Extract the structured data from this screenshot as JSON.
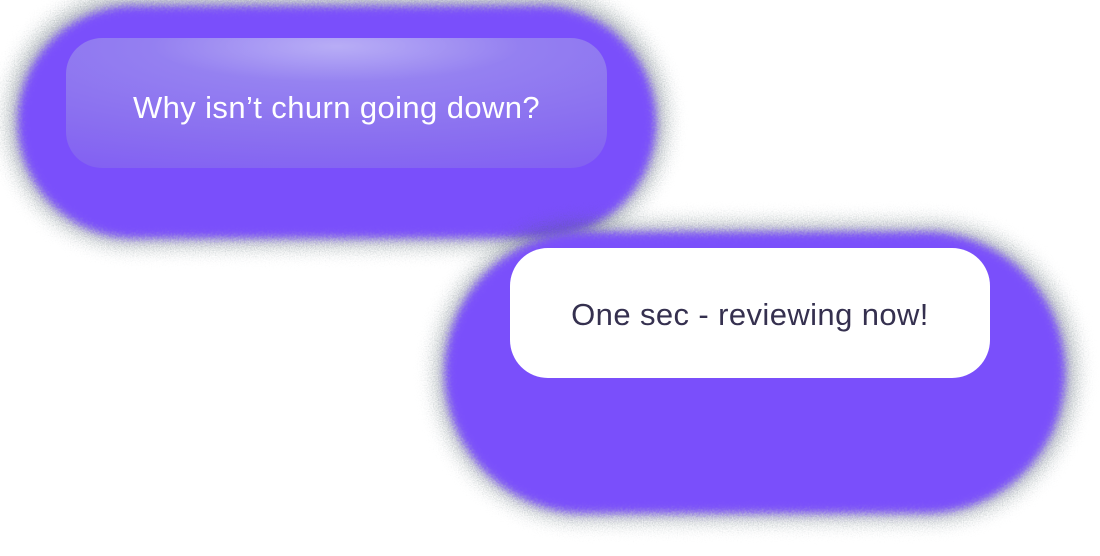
{
  "page": {
    "background_color": "#ffffff"
  },
  "conversation": {
    "messages": [
      {
        "role": "user",
        "text": "Why isn’t churn going down?",
        "bubble_style": "purple-gradient",
        "text_color": "#ffffff"
      },
      {
        "role": "assistant",
        "text": "One sec - reviewing now!",
        "bubble_style": "white",
        "text_color": "#35304f"
      }
    ],
    "colors": {
      "glow_purple": "#7a4ffb",
      "bubble1_gradient_top": "#9d8ef2",
      "bubble1_gradient_bottom": "#7b51f5",
      "bubble2_background": "#ffffff",
      "fringe_dark": "#4e5f66"
    }
  }
}
